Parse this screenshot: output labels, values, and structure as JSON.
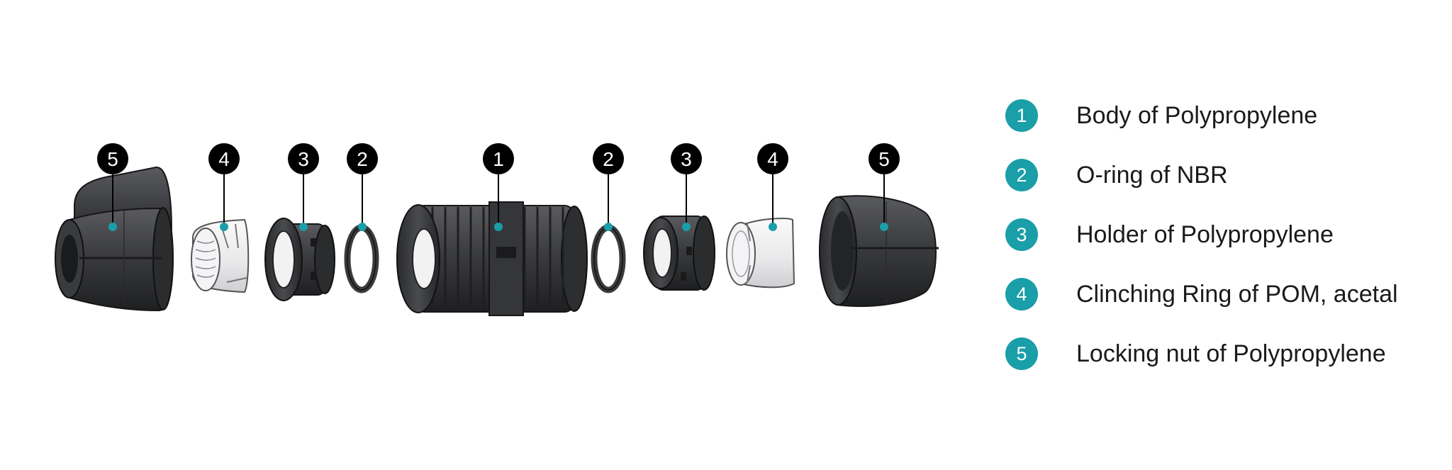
{
  "colors": {
    "accent": "#1a9ea8",
    "part_dark": "#3e3f42",
    "part_light": "#e9e9ec",
    "badge": "#000000"
  },
  "callouts": [
    "5",
    "4",
    "3",
    "2",
    "1",
    "2",
    "3",
    "4",
    "5"
  ],
  "legend": [
    {
      "number": "1",
      "label": "Body of Polypropylene"
    },
    {
      "number": "2",
      "label": "O-ring of NBR"
    },
    {
      "number": "3",
      "label": "Holder of Polypropylene"
    },
    {
      "number": "4",
      "label": "Clinching Ring of POM, acetal"
    },
    {
      "number": "5",
      "label": "Locking nut of Polypropylene"
    }
  ]
}
